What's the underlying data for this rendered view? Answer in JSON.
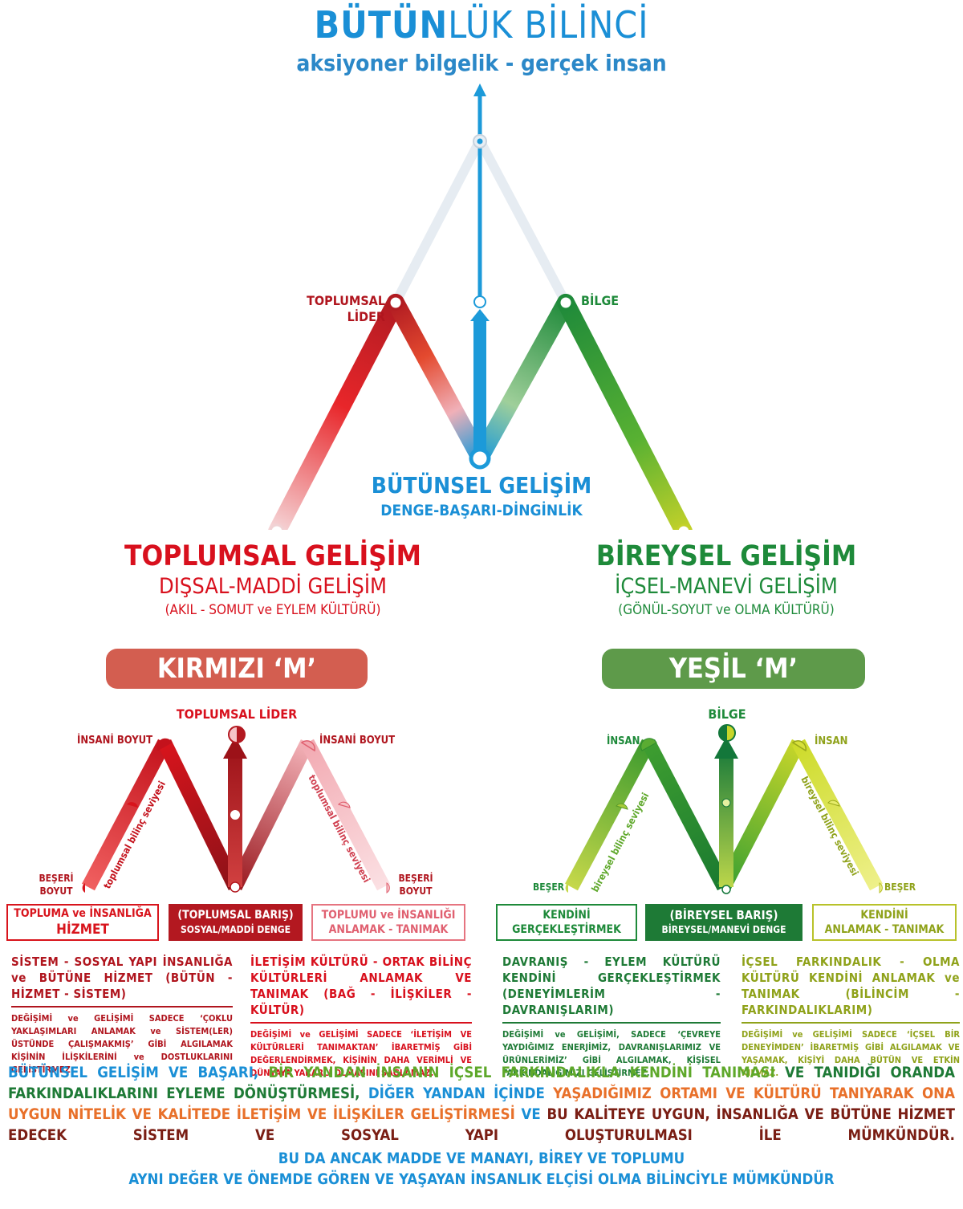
{
  "header": {
    "title_bold": "BÜTÜN",
    "title_rest": "LÜK BİLİNCİ",
    "subtitle": "aksiyoner bilgelik - gerçek insan"
  },
  "top_diagram": {
    "left_node_label_1": "TOPLUMSAL",
    "left_node_label_2": "LİDER",
    "right_node_label": "BİLGE",
    "center_title": "BÜTÜNSEL GELİŞİM",
    "center_subtitle": "DENGE-BAŞARI-DİNGİNLİK"
  },
  "left_section": {
    "title": "TOPLUMSAL GELİŞİM",
    "subtitle": "DIŞSAL-MADDİ  GELİŞİM",
    "note": "(AKIL - SOMUT ve EYLEM KÜLTÜRÜ)",
    "banner": "KIRMIZI ‘M’"
  },
  "right_section": {
    "title": "BİREYSEL  GELİŞİM",
    "subtitle": "İÇSEL-MANEVİ GELİŞİM",
    "note": "(GÖNÜL-SOYUT ve OLMA KÜLTÜRÜ)",
    "banner": "YEŞİL ‘M’"
  },
  "red_m": {
    "top_label": "TOPLUMSAL  LİDER",
    "left_peak": "İNSANİ BOYUT",
    "right_peak": "İNSANİ BOYUT",
    "left_base_1": "BEŞERİ",
    "left_base_2": "BOYUT",
    "right_base_1": "BEŞERİ",
    "right_base_2": "BOYUT",
    "left_diag": "toplumsal bilinç seviyesi",
    "right_diag": "toplumsal bilinç seviyesi",
    "box1_line1": "TOPLUMA ve İNSANLIĞA",
    "box1_line2": "HİZMET",
    "box2_line1": "(TOPLUMSAL BARIŞ)",
    "box2_line2": "SOSYAL/MADDİ DENGE",
    "box3_line1": "TOPLUMU ve İNSANLIĞI",
    "box3_line2": "ANLAMAK - TANIMAK"
  },
  "green_m": {
    "top_label": "BİLGE",
    "left_peak": "İNSAN",
    "right_peak": "İNSAN",
    "left_base": "BEŞER",
    "right_base": "BEŞER",
    "left_diag": "bireysel bilinç seviyesi",
    "right_diag": "bireysel bilinç seviyesi",
    "box1_line1": "KENDİNİ",
    "box1_line2": "GERÇEKLEŞTİRMEK",
    "box2_line1": "(BİREYSEL BARIŞ)",
    "box2_line2": "BİREYSEL/MANEVİ DENGE",
    "box3_line1": "KENDİNİ",
    "box3_line2": "ANLAMAK - TANIMAK"
  },
  "columns": [
    {
      "head": "SİSTEM - SOSYAL YAPI İNSANLIĞA ve BÜTÜNE HİZMET (BÜTÜN - HİZMET - SİSTEM)",
      "body": "DEĞİŞİMİ ve GELİŞİMİ SADECE ‘ÇOKLU YAKLAŞIMLARI ANLAMAK ve SİSTEM(LER) ÜSTÜNDE ÇALIŞMAKMIŞ’ GİBİ ALGILAMAK KİŞİNİN İLİŞKİLERİNİ ve DOSTLUKLARINI GELİŞTİRMEZ"
    },
    {
      "head": "İLETİŞİM KÜLTÜRÜ - ORTAK BİLİNÇ KÜLTÜRLERİ ANLAMAK VE TANIMAK (BAĞ - İLİŞKİLER - KÜLTÜR)",
      "body": "DEĞİŞİMİ ve GELİŞİMİ SADECE ‘İLETİŞİM VE KÜLTÜRLERİ TANIMAKTAN’ İBARETMİŞ GİBİ DEĞERLENDİRMEK, KİŞİNİN DAHA VERİMLİ VE DÜNYAYA YARARLI OLMASINI SAĞLAMAZ."
    },
    {
      "head": "DAVRANIŞ - EYLEM KÜLTÜRÜ KENDİNİ GERÇEKLEŞTİRMEK (DENEYİMLERİM - DAVRANIŞLARIM)",
      "body": "DEĞİŞİMİ ve GELİŞİMİ, SADECE ‘ÇEVREYE YAYDIĞIMIZ ENERJİMİZ, DAVRANIŞLARIMIZ VE ÜRÜNLERİMİZ’ GİBİ ALGILAMAK, KİŞİSEL FARKINDALIĞIMIZI GELİŞTİRMEZ."
    },
    {
      "head": "İÇSEL FARKINDALIK - OLMA KÜLTÜRÜ KENDİNİ ANLAMAK ve TANIMAK (BİLİNCİM - FARKINDALIKLARIM)",
      "body": "DEĞİŞİMİ ve GELİŞİMİ SADECE ‘İÇSEL BİR DENEYİMDEN’ İBARETMİŞ GİBİ ALGILAMAK VE YAŞAMAK, KİŞİYİ DAHA BÜTÜN VE ETKİN KILMAZ."
    }
  ],
  "footer": {
    "p1": "BÜTÜNSEL GELİŞİM VE BAŞARI,",
    "p2": "BİR YANDAN İNSANIN İÇSEL FARKINDALIKLA KENDİNİ TANIMASI",
    "p3": "VE TANIDIĞI ORANDA",
    "p4": "FARKINDALIKLARINI EYLEME DÖNÜŞTÜRMESİ,",
    "p5": "DİĞER YANDAN İÇİNDE",
    "p6": "YAŞADIĞIMIZ ORTAMI VE KÜLTÜRÜ TANIYARAK ONA UYGUN NİTELİK VE KALİTEDE İLETİŞİM VE İLİŞKİLER GELİŞTİRMESİ",
    "p7": "VE",
    "p8": "BU KALİTEYE UYGUN, İNSANLIĞA VE BÜTÜNE HİZMET EDECEK SİSTEM VE SOSYAL YAPI OLUŞTURULMASI İLE MÜMKÜNDÜR.",
    "line_a": "BU DA ANCAK MADDE VE MANAYI, BİREY VE TOPLUMU",
    "line_b": "AYNI DEĞER VE ÖNEMDE GÖREN VE YAŞAYAN İNSANLIK ELÇİSİ OLMA BİLİNCİYLE MÜMKÜNDÜR"
  }
}
